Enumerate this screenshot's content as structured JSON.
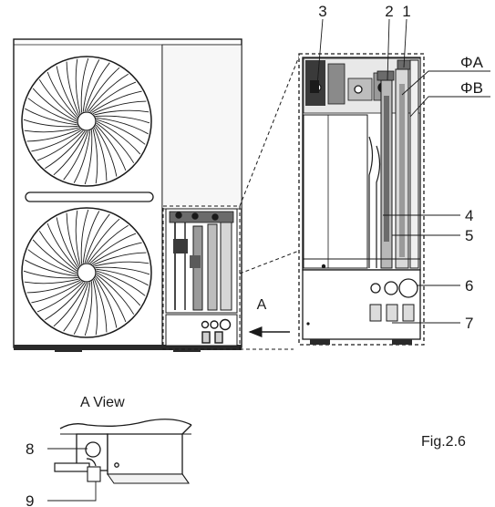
{
  "callouts": {
    "n1": "1",
    "n2": "2",
    "n3": "3",
    "phi_a": "ΦA",
    "phi_b": "ΦB",
    "n4": "4",
    "n5": "5",
    "n6": "6",
    "n7": "7",
    "n8": "8",
    "n9": "9"
  },
  "view_arrow_label": "A",
  "view_title": "A View",
  "figure_caption": "Fig.2.6",
  "colors": {
    "line": "#1a1a1a",
    "fill_light": "#f2f2f2",
    "fill_mid": "#cfcfcf",
    "fill_dark": "#6b6b6b"
  }
}
